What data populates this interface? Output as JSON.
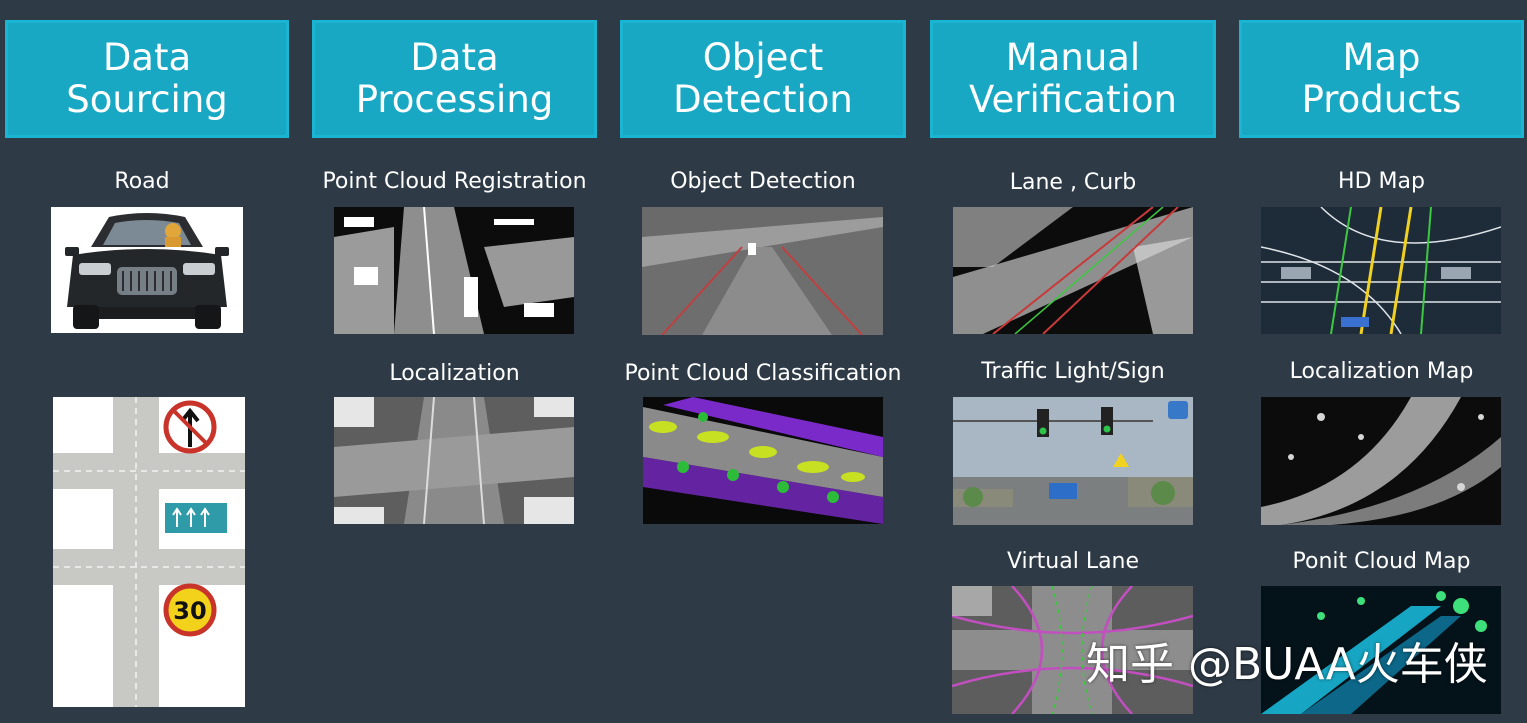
{
  "columns": [
    {
      "title": "Data\nSourcing",
      "items": [
        "Road"
      ]
    },
    {
      "title": "Data\nProcessing",
      "items": [
        "Point Cloud Registration",
        "Localization"
      ]
    },
    {
      "title": "Object\nDetection",
      "items": [
        "Object Detection",
        "Point Cloud Classification"
      ]
    },
    {
      "title": "Manual\nVerification",
      "items": [
        "Lane , Curb",
        "Traffic Light/Sign",
        "Virtual Lane"
      ]
    },
    {
      "title": "Map\nProducts",
      "items": [
        "HD Map",
        "Localization Map",
        "Ponit Cloud Map"
      ]
    }
  ],
  "road_sign_speed": "30",
  "watermark": "知乎 @BUAA火车侠",
  "colors": {
    "background": "#2e3a46",
    "header": "#18a8c4",
    "header_border": "#1ab5d3"
  }
}
